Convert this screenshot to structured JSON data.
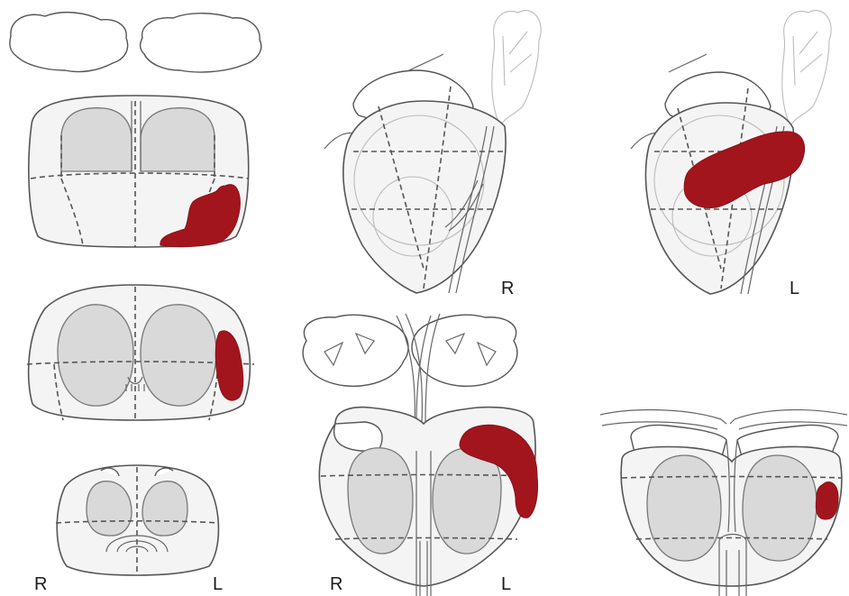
{
  "colors": {
    "lesion": "#a3151d",
    "gland": "#d9d9d9",
    "outline": "#555555"
  },
  "labels": {
    "axial_apex_right": "R",
    "axial_apex_left": "L",
    "sagittal_right": "R",
    "sagittal_left": "L",
    "coronal_right": "R",
    "coronal_left": "L"
  }
}
